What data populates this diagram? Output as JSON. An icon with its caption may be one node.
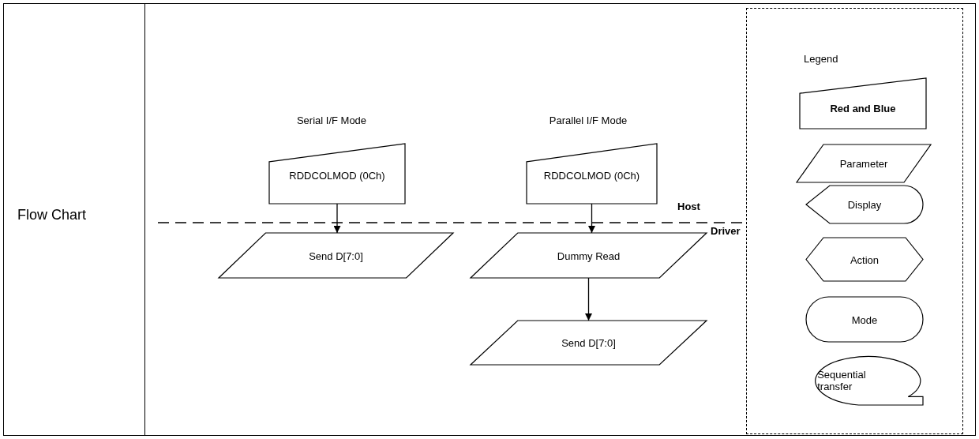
{
  "diagram": {
    "nodes": [
      {
        "text": [
          "RDDCOLMOD (0Ch)"
        ]
      },
      {
        "text": [
          "Send D[7:0]"
        ]
      },
      {
        "text": [
          "RDDCOLMOD (0Ch)"
        ]
      },
      {
        "text": [
          "Dummy Read"
        ]
      },
      {
        "text": [
          "Send D[7:0]"
        ]
      },
      {
        "text": [
          "Legend"
        ]
      },
      {
        "text": [
          "Red and Blue"
        ],
        "in": 5
      },
      {
        "text": [
          "Parameter"
        ],
        "in": 5
      },
      {
        "text": [
          "Display"
        ],
        "in": 5
      },
      {
        "text": [
          "Action"
        ],
        "in": 5
      },
      {
        "text": [
          "Mode"
        ],
        "in": 5
      },
      {
        "text": [
          "Sequential transfer"
        ],
        "in": 5
      }
    ],
    "edges": [
      {
        "from": 0,
        "to": 1,
        "arrow": "to"
      },
      {
        "from": 2,
        "to": 3,
        "arrow": "to"
      },
      {
        "from": 3,
        "to": 4,
        "arrow": "to"
      }
    ],
    "labels": [
      "Flow Chart",
      "Serial I/F Mode",
      "Parallel I/F Mode",
      "Host",
      "Driver"
    ]
  }
}
